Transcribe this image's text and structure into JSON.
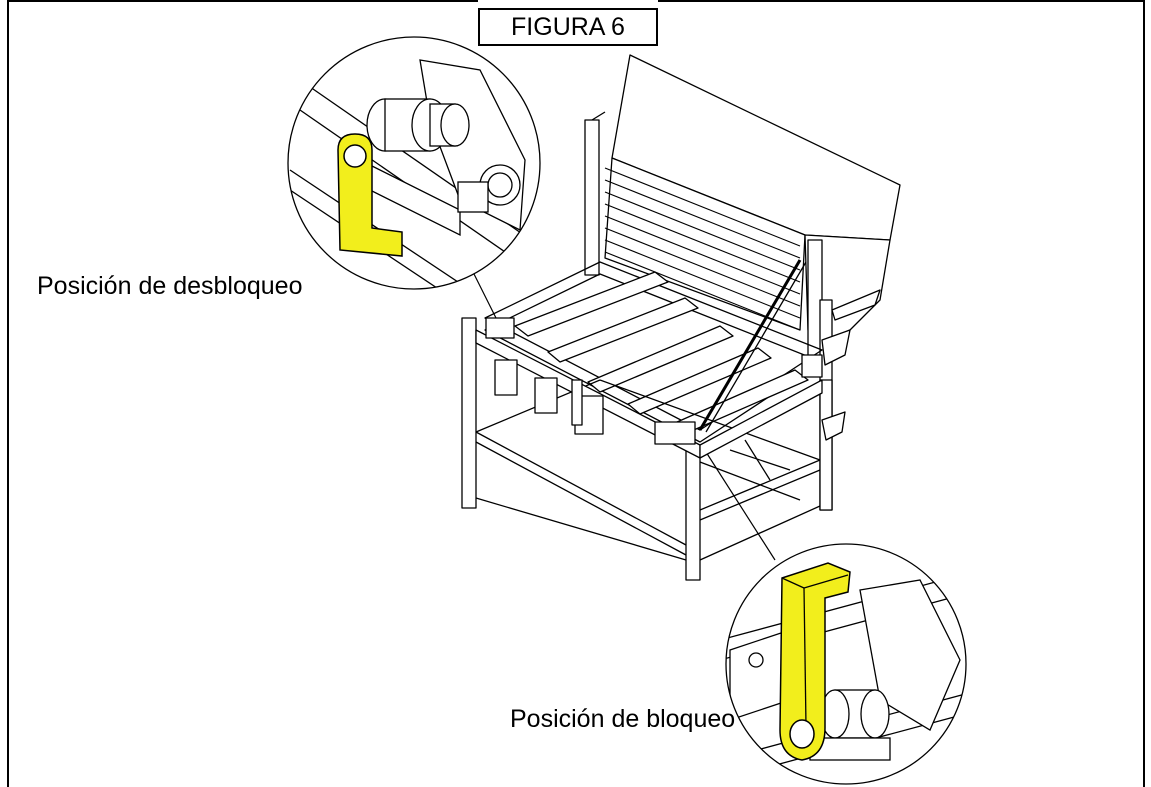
{
  "figure": {
    "title": "FIGURA 6",
    "callouts": {
      "unlock_position": "Posición de desbloqueo",
      "lock_position": "Posición de bloqueo"
    }
  },
  "colors": {
    "line": "#000000",
    "highlight": "#f2ee1c",
    "background": "#ffffff"
  },
  "icons": {
    "machine": "roller-conveyor-frame-drawing",
    "detail_unlock": "locking-pin-unlocked-detail",
    "detail_lock": "locking-pin-locked-detail"
  }
}
